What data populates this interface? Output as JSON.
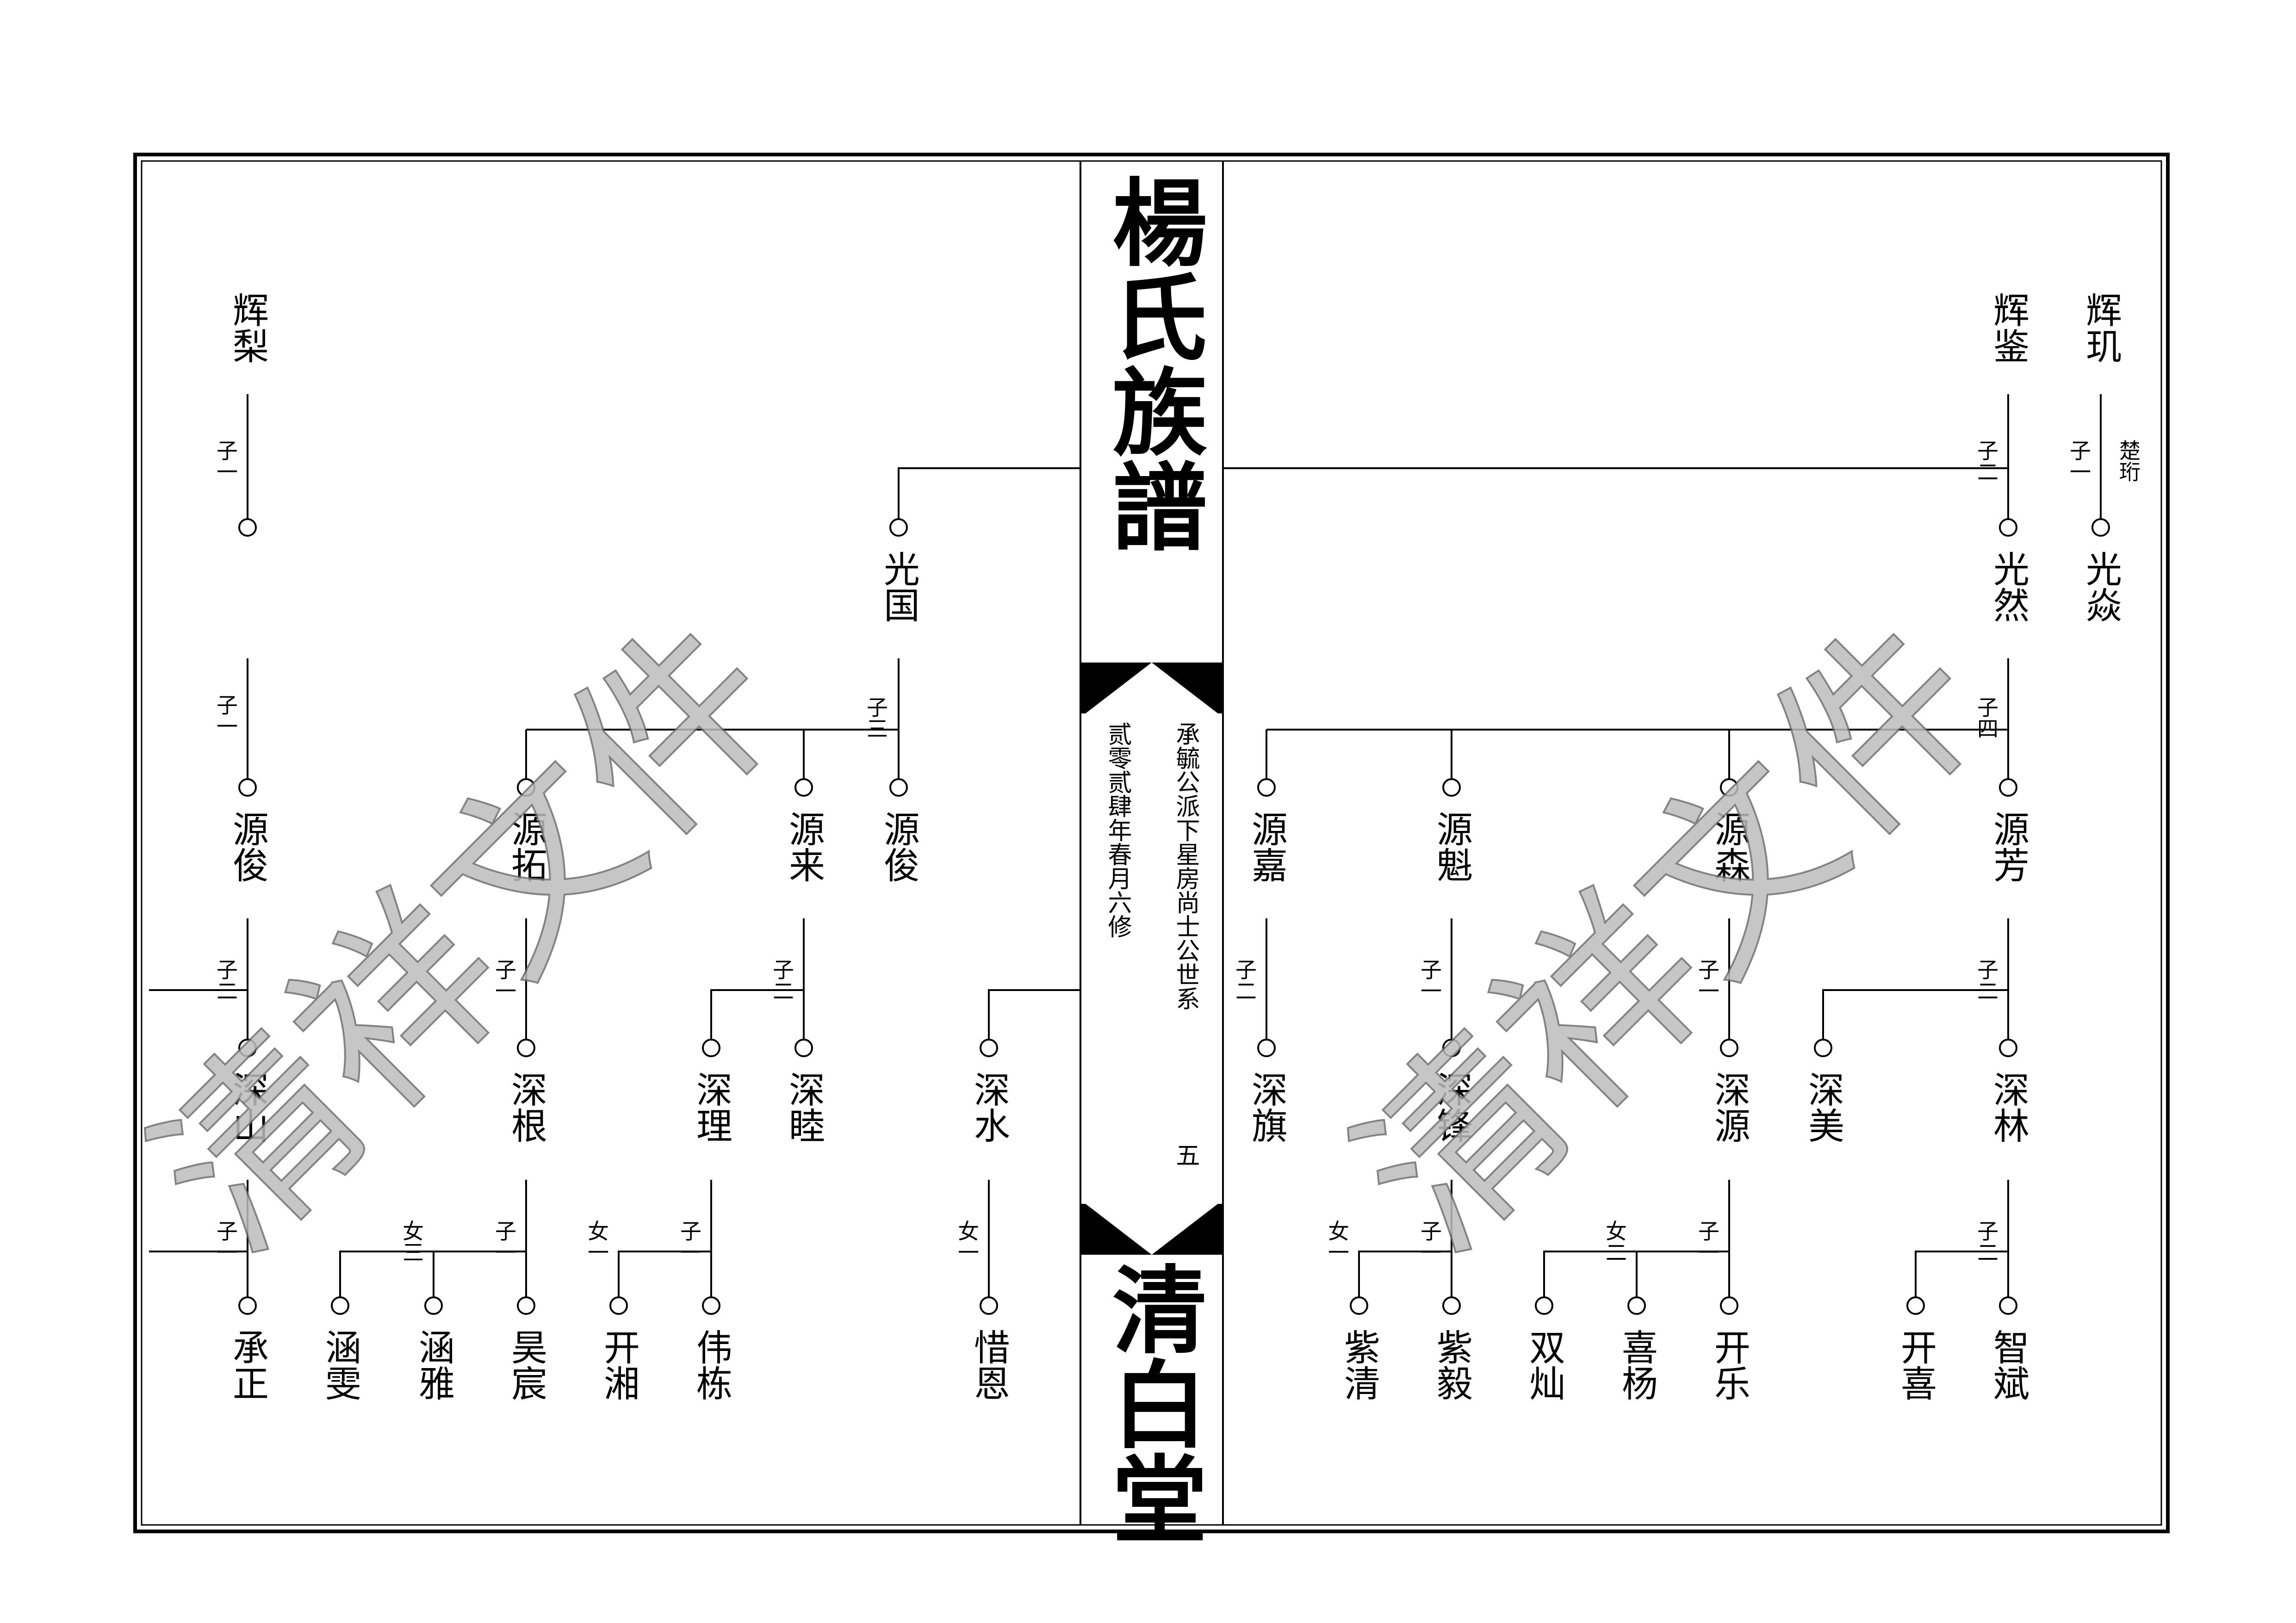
{
  "title": "楊氏族譜",
  "hall": "清白堂",
  "subtitle": "承毓公派下星房尚士公世系",
  "revision": "贰零贰肆年春月六修",
  "page_number": "五",
  "watermark": "清祥文件",
  "names": {
    "hui_li": "辉梨",
    "hui_jian": "辉鉴",
    "hui_gong": "辉玑",
    "chu_heng": "楚珩",
    "guang_guo": "光国",
    "guang_ran": "光然",
    "guang_yan": "光焱",
    "yuan_jun_l": "源俊",
    "yuan_tuo": "源拓",
    "yuan_lai": "源来",
    "yuan_jun_r": "源俊",
    "yuan_jia": "源嘉",
    "yuan_kui": "源魁",
    "yuan_sen": "源森",
    "yuan_fang": "源芳",
    "shen_shan": "深山",
    "shen_gen": "深根",
    "shen_li": "深理",
    "shen_mu": "深睦",
    "shen_shui": "深水",
    "shen_qi": "深旗",
    "shen_feng": "深锋",
    "shen_yuan": "深源",
    "shen_mei": "深美",
    "shen_lin": "深林",
    "cheng_zheng": "承正",
    "han_wen": "涵雯",
    "han_ya": "涵雅",
    "hao_chen": "昊宸",
    "kai_xiang": "开湘",
    "wei_dong": "伟栋",
    "xi_en": "惜恩",
    "zi_qing": "紫清",
    "zi_yi": "紫毅",
    "shuang_can": "双灿",
    "xi_yang": "喜杨",
    "kai_le": "开乐",
    "kai_xi": "开喜",
    "zhi_bin": "智斌"
  },
  "relations": {
    "zi_1": "子一",
    "zi_2": "子二",
    "zi_3": "子三",
    "zi_4": "子四",
    "nv_1": "女一",
    "nv_2": "女二",
    "nv_3": "女三"
  }
}
